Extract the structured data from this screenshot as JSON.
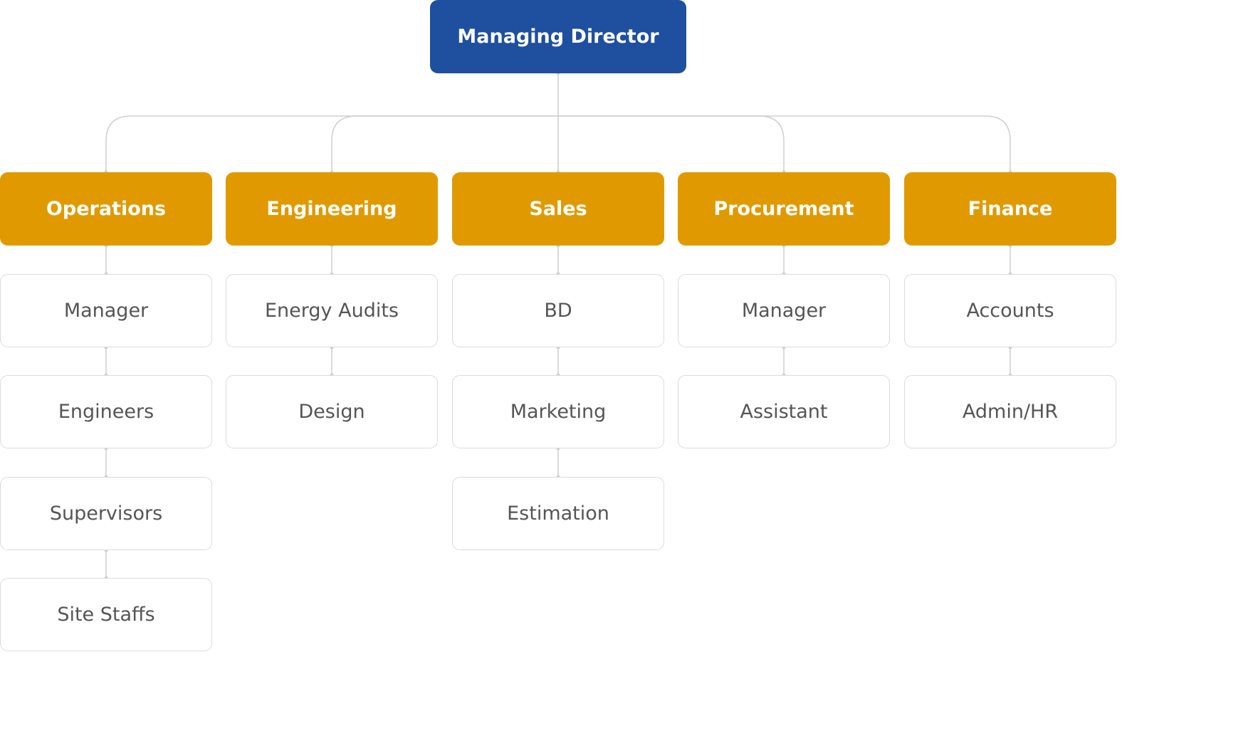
{
  "org_chart": {
    "root": {
      "label": "Managing Director"
    },
    "departments": [
      {
        "label": "Operations",
        "children": [
          "Manager",
          "Engineers",
          "Supervisors",
          "Site Staffs"
        ]
      },
      {
        "label": "Engineering",
        "children": [
          "Energy Audits",
          "Design"
        ]
      },
      {
        "label": "Sales",
        "children": [
          "BD",
          "Marketing",
          "Estimation"
        ]
      },
      {
        "label": "Procurement",
        "children": [
          "Manager",
          "Assistant"
        ]
      },
      {
        "label": "Finance",
        "children": [
          "Accounts",
          "Admin/HR"
        ]
      }
    ]
  },
  "colors": {
    "root_fill": "#1f4f9f",
    "department_fill": "#e09a00",
    "role_border": "#dcdcdc",
    "role_text": "#555555",
    "connector": "#cfcfcf"
  }
}
